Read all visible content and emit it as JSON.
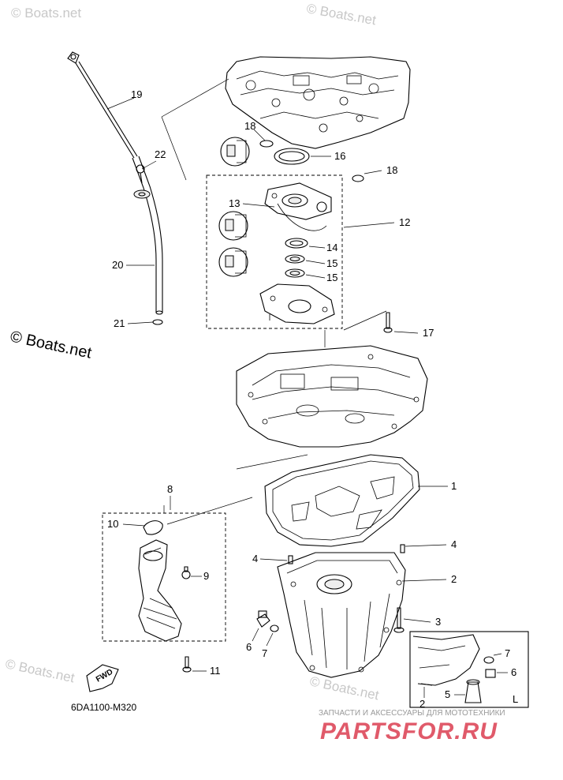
{
  "watermarks": {
    "top_left": "© Boats.net",
    "top_right": "© Boats.net",
    "left_middle": "© Boats.net",
    "bottom_left": "© Boats.net",
    "bottom_center": "© Boats.net"
  },
  "callouts": {
    "c1": "1",
    "c2": "2",
    "c3": "3",
    "c4a": "4",
    "c4b": "4",
    "c5": "5",
    "c6a": "6",
    "c6b": "6",
    "c7a": "7",
    "c7b": "7",
    "c8": "8",
    "c9": "9",
    "c10": "10",
    "c11": "11",
    "c12": "12",
    "c13": "13",
    "c14": "14",
    "c15a": "15",
    "c15b": "15",
    "c16": "16",
    "c17": "17",
    "c18a": "18",
    "c18b": "18",
    "c19": "19",
    "c20": "20",
    "c21": "21",
    "c22": "22",
    "c2b": "2",
    "cL": "L"
  },
  "fwd_label": "FWD",
  "diagram_code": "6DA1100-M320",
  "brand": {
    "tagline": "ЗАПЧАСТИ И АКСЕССУАРЫ ДЛЯ МОТОТЕХНИКИ",
    "name": "PARTSFOR.RU"
  },
  "colors": {
    "brand": "#e05a6a",
    "watermark": "#c8c8c8",
    "line": "#000000"
  }
}
